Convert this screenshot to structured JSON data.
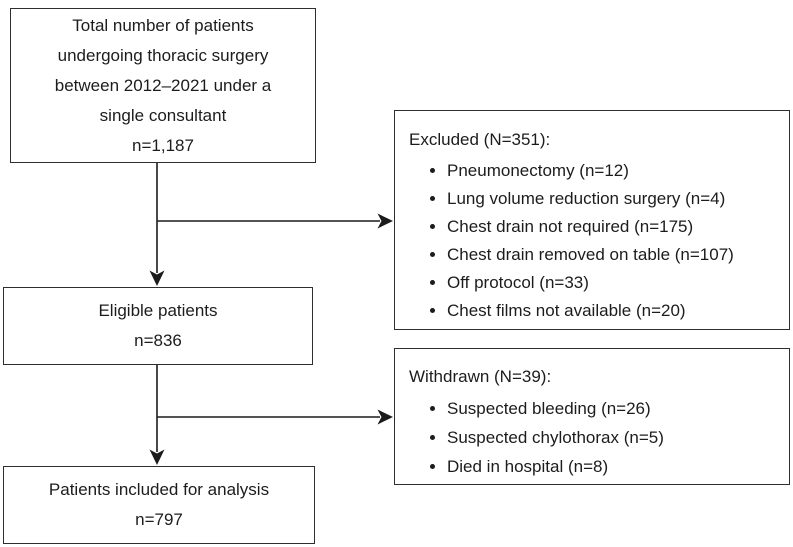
{
  "figure": {
    "type": "patient-flow-diagram",
    "colors": {
      "background": "#ffffff",
      "ink": "#1c1c1c",
      "box_border": "#2e2e2e",
      "arrow": "#1c1c1c"
    },
    "boxes": {
      "total": {
        "lines": [
          "Total number of patients",
          "undergoing thoracic surgery",
          "between 2012–2021 under a",
          "single consultant",
          "n=1,187"
        ]
      },
      "eligible": {
        "lines": [
          "Eligible patients",
          "n=836"
        ]
      },
      "analysis": {
        "lines": [
          "Patients included for analysis",
          "n=797"
        ]
      },
      "excluded": {
        "title": "Excluded (N=351):",
        "items": [
          "Pneumonectomy (n=12)",
          "Lung volume reduction surgery (n=4)",
          "Chest drain not required (n=175)",
          "Chest drain removed on table (n=107)",
          "Off protocol (n=33)",
          "Chest films not available (n=20)"
        ]
      },
      "withdrawn": {
        "title": "Withdrawn (N=39):",
        "items": [
          "Suspected bleeding (n=26)",
          "Suspected chylothorax (n=5)",
          "Died in hospital (n=8)"
        ]
      }
    }
  }
}
